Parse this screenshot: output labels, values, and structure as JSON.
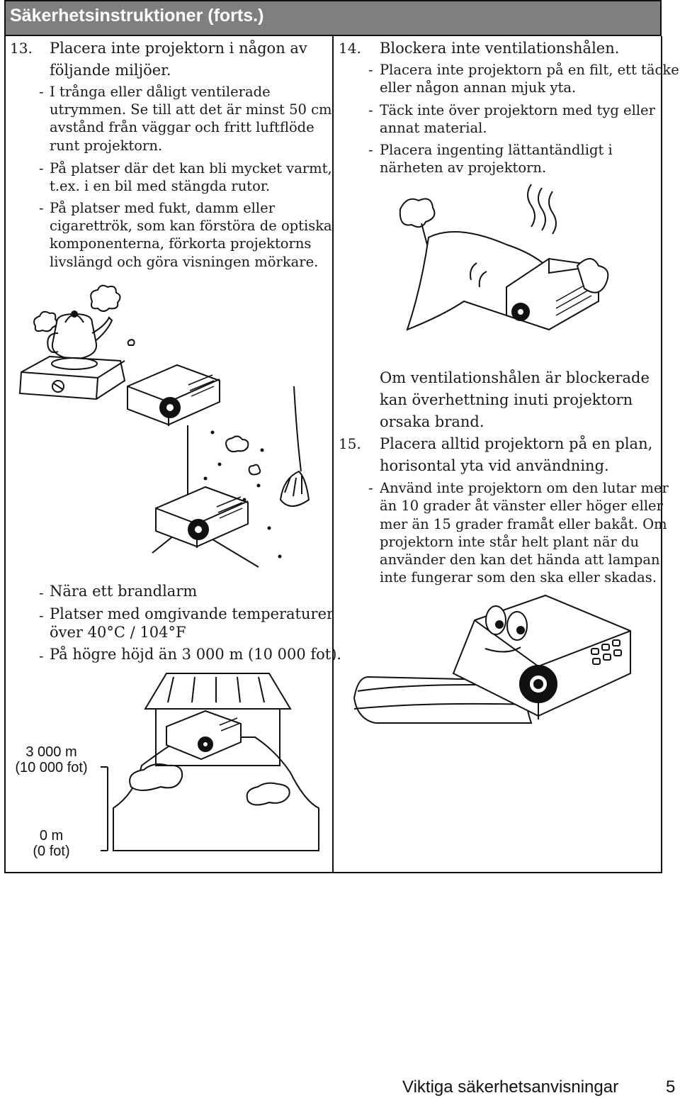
{
  "header": {
    "title": "Säkerhetsinstruktioner (forts.)"
  },
  "left": {
    "item13": {
      "number": "13.",
      "title_lines": [
        "Placera inte projektorn i någon av",
        "följande miljöer."
      ],
      "bullets": [
        [
          "I trånga eller dåligt ventilerade",
          "utrymmen. Se till att det är minst 50 cm",
          "avstånd från väggar och fritt luftflöde",
          "runt projektorn."
        ],
        [
          "På platser där det kan bli mycket varmt,",
          "t.ex. i en bil med stängda rutor."
        ],
        [
          "På platser med fukt, damm eller",
          "cigarettrök, som kan förstöra de optiska",
          "komponenterna, förkorta projektorns",
          "livslängd och göra visningen mörkare."
        ]
      ]
    },
    "more_bullets": [
      "Nära ett brandlarm",
      [
        "Platser med omgivande temperaturer",
        "över 40°C / 104°F"
      ],
      "På högre höjd än 3 000 m (10 000 fot)."
    ],
    "altitude": {
      "top_label": [
        "3 000 m",
        "(10 000 fot)"
      ],
      "bottom_label": [
        "0 m",
        "(0 fot)"
      ]
    }
  },
  "right": {
    "item14": {
      "number": "14.",
      "title": "Blockera inte ventilationshålen.",
      "bullets": [
        [
          "Placera inte projektorn på en filt, ett täcke",
          "eller någon annan mjuk yta."
        ],
        [
          "Täck inte över projektorn med tyg eller",
          "annat material."
        ],
        [
          "Placera ingenting lättantändligt i",
          "närheten av projektorn."
        ]
      ],
      "warning_lines": [
        "Om ventilationshålen är blockerade",
        "kan överhettning inuti projektorn",
        "orsaka brand."
      ]
    },
    "item15": {
      "number": "15.",
      "title_lines": [
        "Placera alltid projektorn på en plan,",
        "horisontal yta vid användning."
      ],
      "bullet": [
        "Använd inte projektorn om den lutar mer",
        "än 10 grader åt vänster eller höger eller",
        "mer än 15 grader framåt eller bakåt. Om",
        "projektorn inte står helt plant när du",
        "använder den kan det hända att lampan",
        "inte fungerar som den ska eller skadas."
      ]
    }
  },
  "footer": {
    "section": "Viktiga säkerhetsanvisningar",
    "page": "5"
  },
  "icons": [
    "kettle-stove-icon",
    "projector-icon",
    "broom-icon",
    "dust-cloud-icon",
    "blanket-covered-projector-icon",
    "hot-steam-icon",
    "projector-on-cushions-icon",
    "mountain-house-icon",
    "altitude-scale-icon"
  ]
}
